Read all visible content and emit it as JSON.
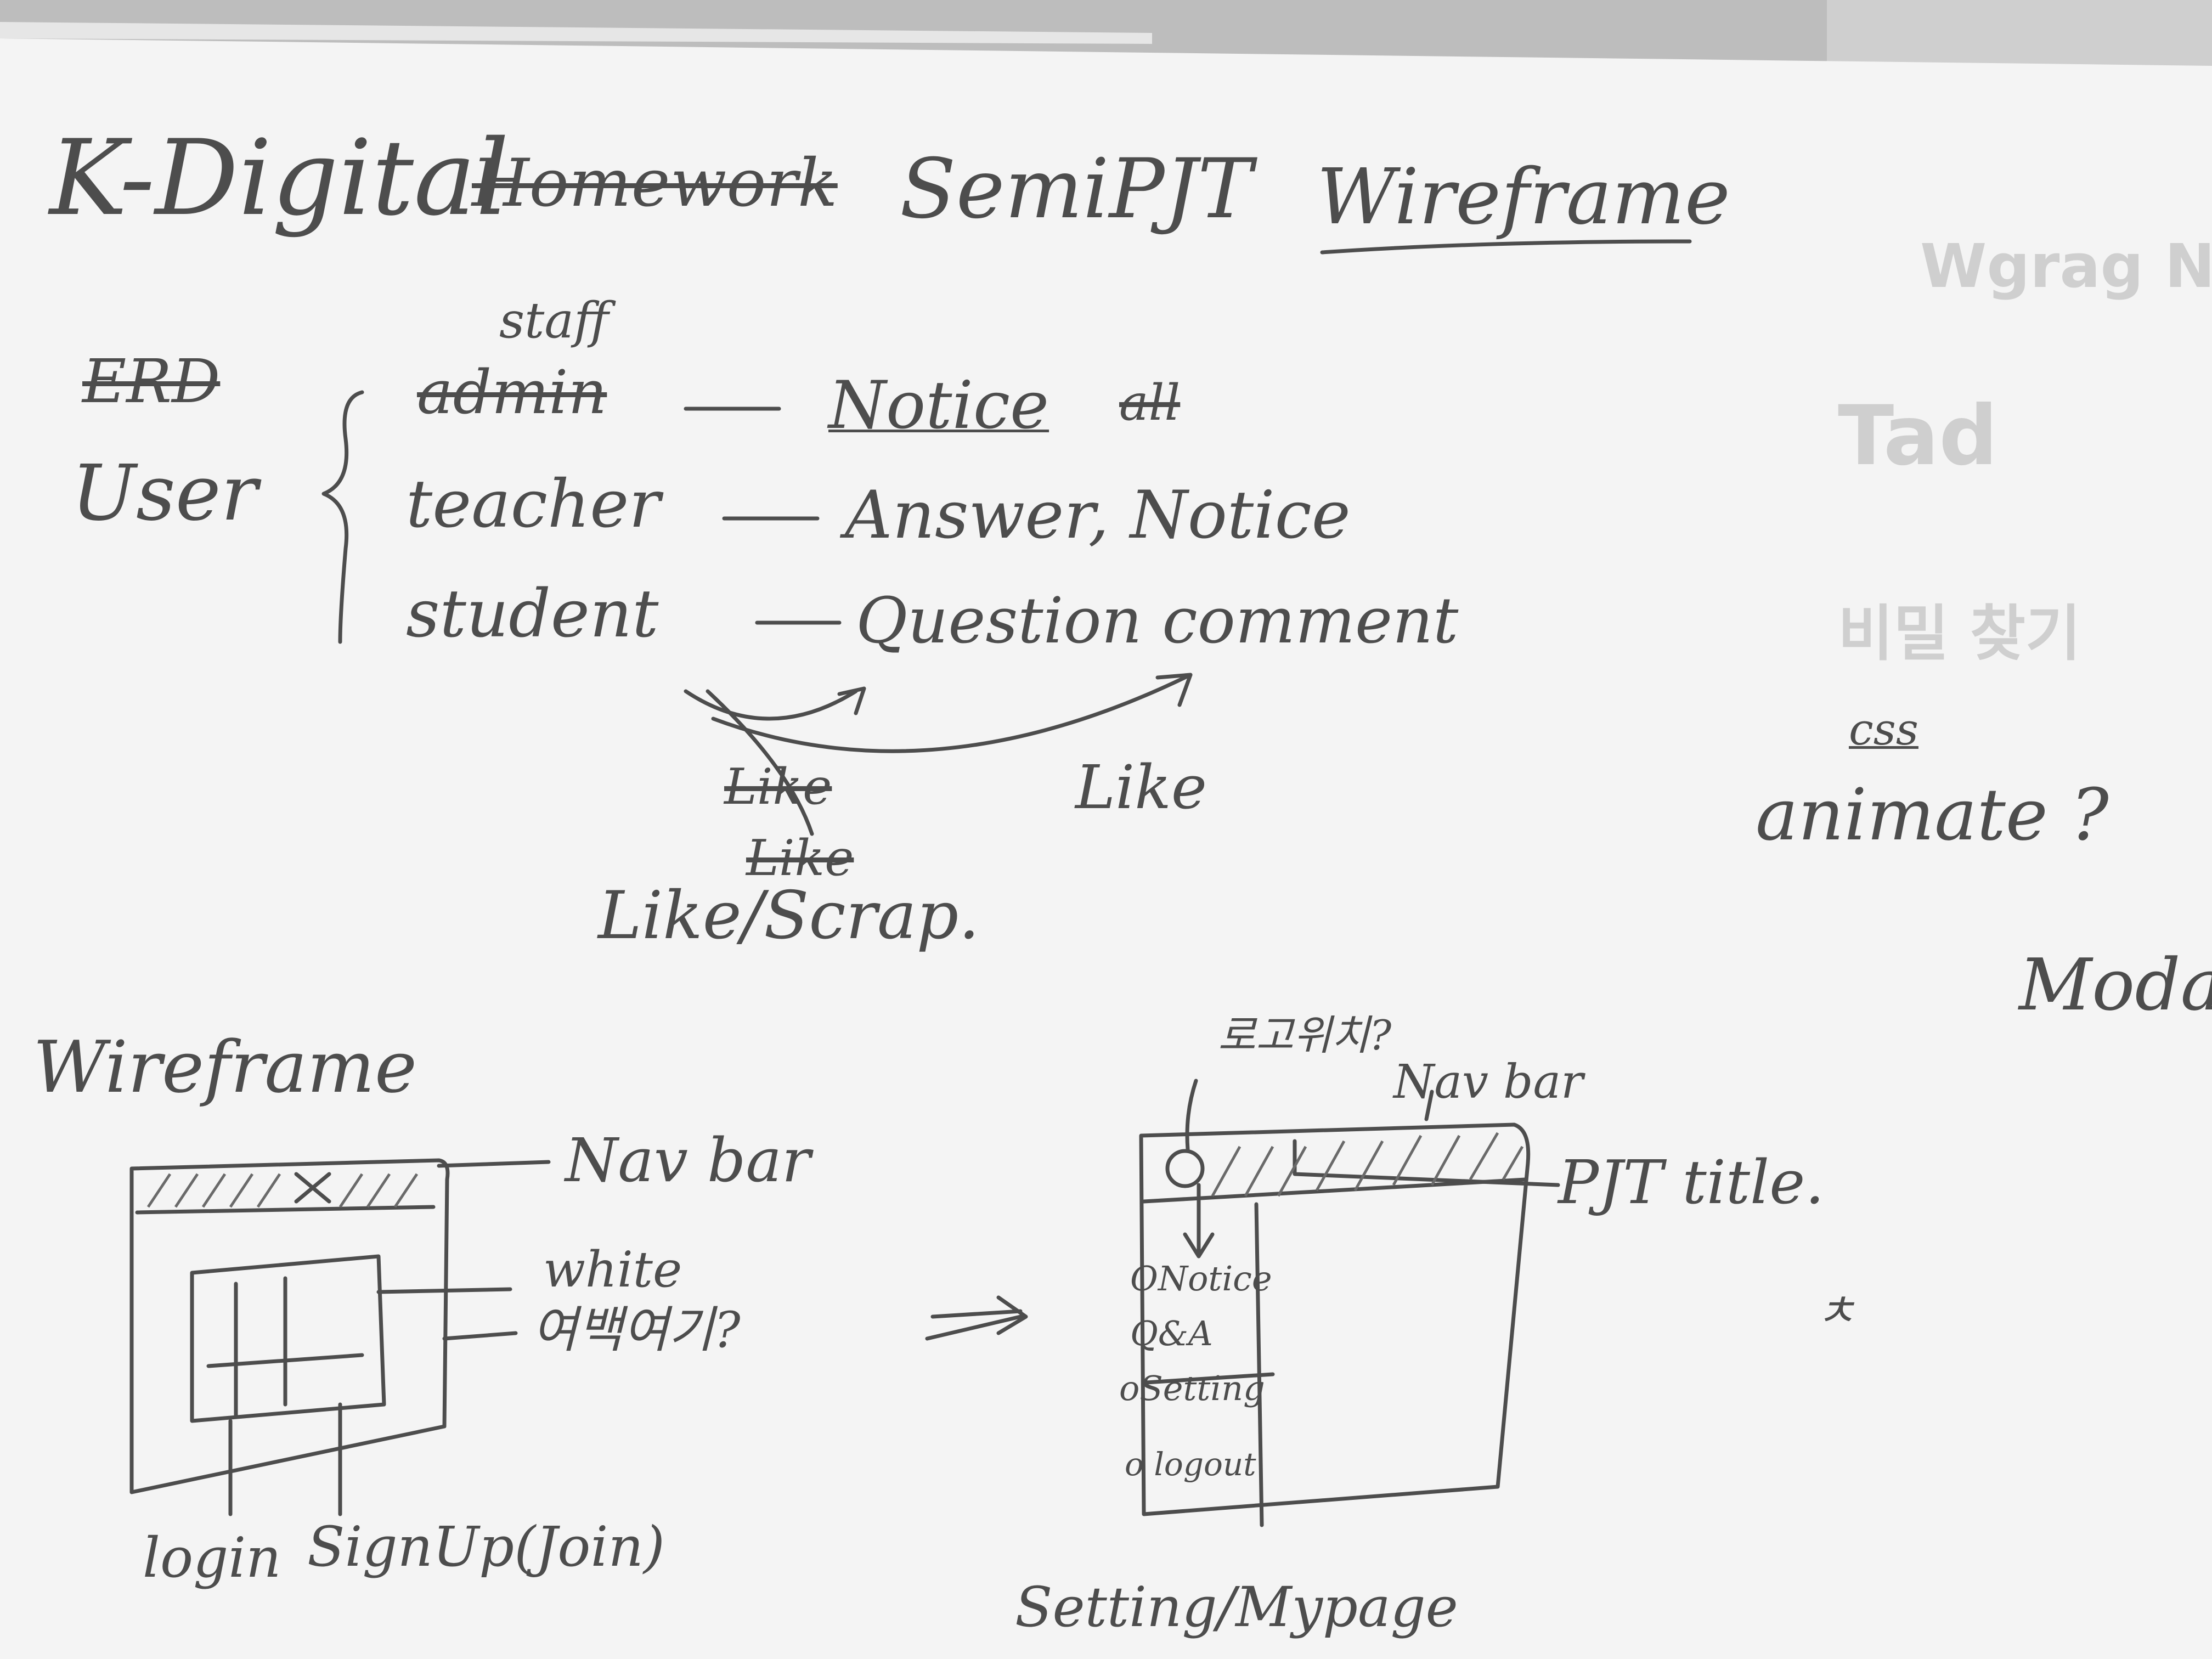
{
  "colors": {
    "paper": "#f4f4f4",
    "desk": "#bdbdbd",
    "pencil": "#4d4d4d",
    "bleed": "#d4d4d4"
  },
  "heading": {
    "title": "K-Digital",
    "struck_word": "Homework",
    "project": "SemiPJT",
    "subject": "Wireframe"
  },
  "erd": {
    "struck_label": "ERD",
    "entity": "User",
    "roles": [
      {
        "name": "admin",
        "struck": true,
        "correction": "staff",
        "feature": "Notice",
        "extra_struck": "all"
      },
      {
        "name": "teacher",
        "struck": false,
        "feature": "Answer, Notice"
      },
      {
        "name": "student",
        "struck": false,
        "feature": "Question comment"
      }
    ],
    "reaction": {
      "struck_top": "Like",
      "struck_mid": "Like",
      "label": "Like/Scrap.",
      "arrow_target": "Like"
    }
  },
  "notes": {
    "css": "css",
    "animate": "animate ?",
    "modal": "Modal"
  },
  "wireframe_section": {
    "title": "Wireframe",
    "login_screen": {
      "bar_label": "Nav bar",
      "side_labels": [
        "white",
        "여백여기?"
      ],
      "bottom_labels": [
        "login",
        "SignUp(Join)"
      ]
    },
    "transition_arrow": "⇒",
    "mypage_screen": {
      "top_note": "로고위치?",
      "bar_label": "Nav bar",
      "title_label": "PJT title.",
      "menu": [
        "ONotice",
        "Q&A",
        "oSetting",
        "o logout"
      ],
      "caption": "Setting/Mypage"
    },
    "side_mark": "ㅊ"
  }
}
